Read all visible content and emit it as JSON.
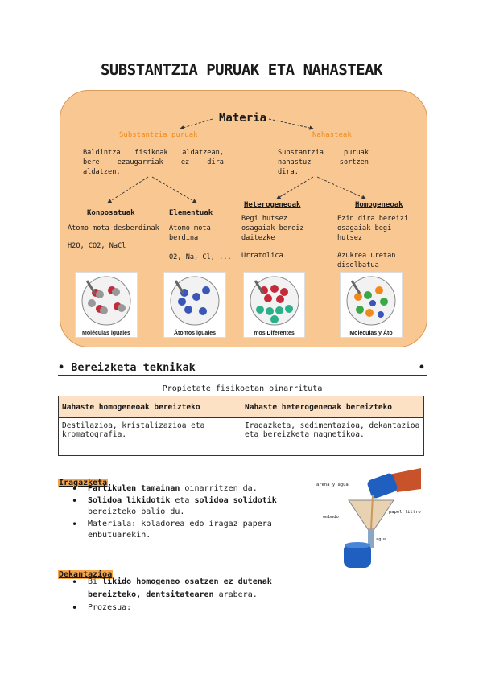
{
  "title": "SUBSTANTZIA PURUAK ETA NAHASTEAK",
  "diagram": {
    "root": "Materia",
    "left_branch": "Substantzia puruak",
    "right_branch": "Nahasteak",
    "left_desc": "Baldintza fisikoak aldatzean, bere ezaugarriak ez dira aldatzen.",
    "right_desc": "Substantzia puruak nahastuz sortzen dira.",
    "nodes": [
      {
        "title": "Konposatuak",
        "desc": "Atomo mota desberdinak",
        "extra": "H2O, CO2, NaCl"
      },
      {
        "title": "Elementuak",
        "desc": "Atomo mota berdina",
        "extra": "O2, Na, Cl, ..."
      },
      {
        "title": "Heterogeneoak",
        "desc": "Begi hutsez osagaiak bereiz daitezke",
        "extra": "Urratolica"
      },
      {
        "title": "Homogeneoak",
        "desc": "Ezin dira bereizi osagaiak begi hutsez",
        "extra": "Azukrea uretan disolbatua"
      }
    ],
    "images": [
      {
        "caption": "Moléculas iguales"
      },
      {
        "caption": "Átomos iguales"
      },
      {
        "caption": "mos Diferentes"
      },
      {
        "caption": "Moleculas y Áto"
      }
    ]
  },
  "section": {
    "heading": "Bereizketa teknikak",
    "caption": "Propietate fisikoetan oinarrituta",
    "table": {
      "headers": [
        "Nahaste homogeneoak bereizteko",
        "Nahaste heterogeneoak bereizteko"
      ],
      "rows": [
        [
          "Destilazioa, kristalizazioa eta kromatografia.",
          "Iragazketa, sedimentazioa, dekantazioa eta bereizketa magnetikoa."
        ]
      ]
    }
  },
  "iragazketa": {
    "heading": "Iragazketa",
    "items": [
      {
        "b1": "Partikulen tamainan",
        "t1": " oinarritzen da."
      },
      {
        "b1": "Solidoa likidotik",
        "t1": " eta ",
        "b2": "solidoa solidotik",
        "t2": " bereizteko balio du."
      },
      {
        "t1": "Materiala: koladorea edo iragaz papera enbutuarekin."
      }
    ],
    "figure_labels": {
      "top": "arena y agua",
      "paper": "papel filtro",
      "funnel": "embudo",
      "bottom": "agua"
    }
  },
  "dekantazioa": {
    "heading": "Dekantazioa",
    "items": [
      {
        "t1": "Bi ",
        "b1": "likido homogeneo osatzen ez dutenak bereizteko, dentsitatearen",
        "t2": " arabera."
      },
      {
        "t1": "Prozesua:"
      }
    ]
  }
}
